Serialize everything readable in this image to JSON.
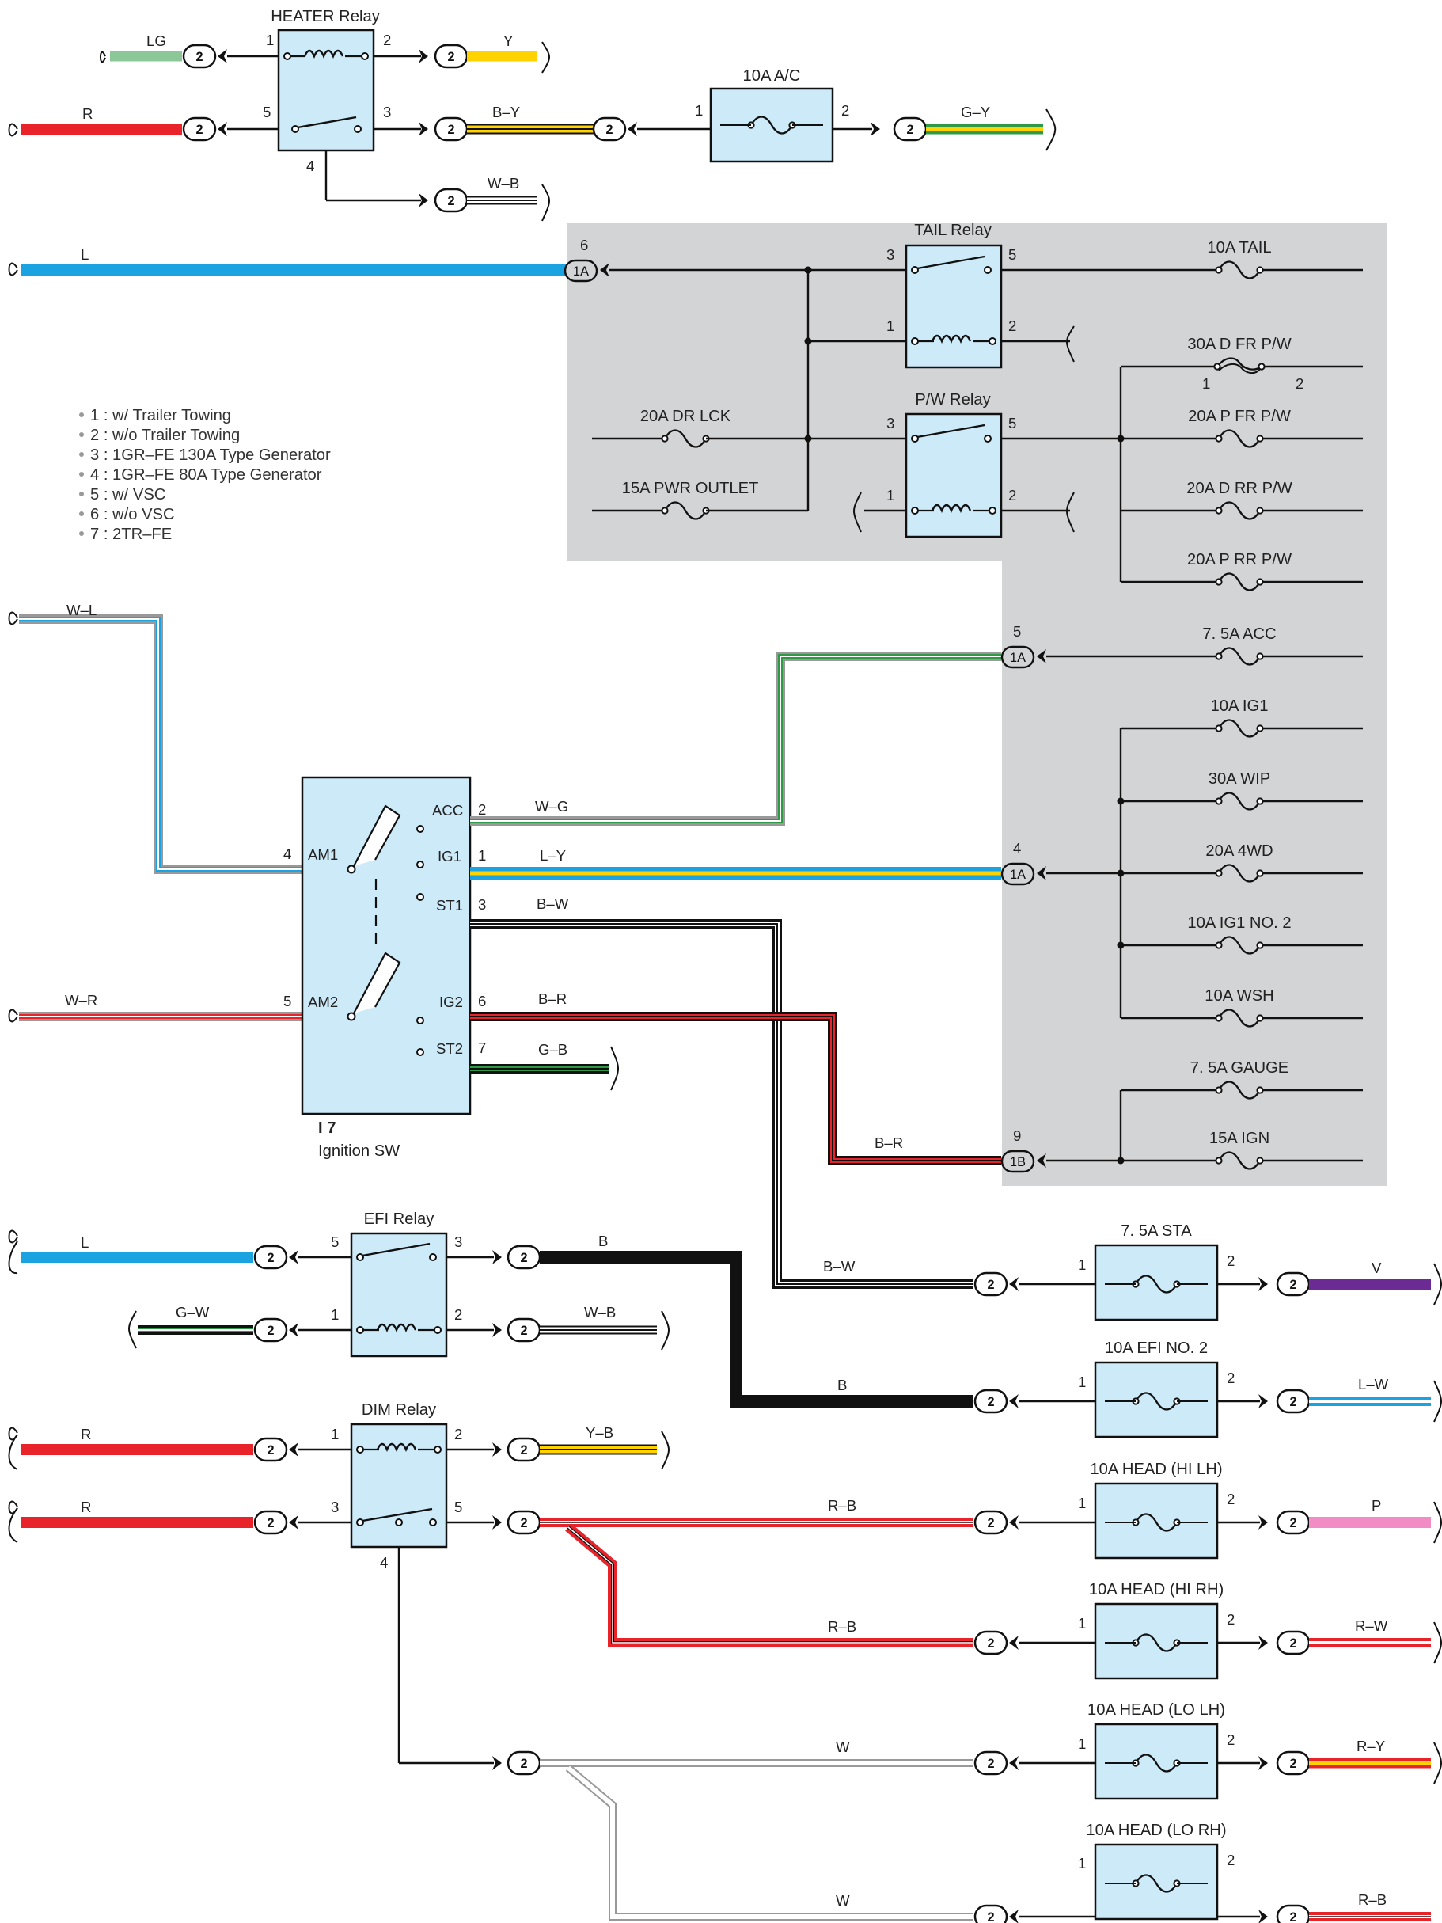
{
  "colors": {
    "red": "#e8232a",
    "blue": "#1aa3e0",
    "green": "#2e9a45",
    "lightgreen": "#8cc79a",
    "yellow": "#ffd200",
    "black": "#111111",
    "purple": "#6b2a94",
    "pink": "#f28cc4",
    "gray_block": "#d3d4d6",
    "relay_fill": "#cdeaf8"
  },
  "legend": [
    "1 : w/ Trailer Towing",
    "2 : w/o Trailer Towing",
    "3 : 1GR–FE 130A Type Generator",
    "4 : 1GR–FE 80A Type Generator",
    "5 : w/ VSC",
    "6 : w/o VSC",
    "7 : 2TR–FE"
  ],
  "components": {
    "heater_relay": "HEATER Relay",
    "fuse_ac": "10A A/C",
    "tail_relay": "TAIL Relay",
    "pw_relay": "P/W Relay",
    "efi_relay": "EFI Relay",
    "dim_relay": "DIM Relay",
    "ignition_code": "I 7",
    "ignition_name": "Ignition SW",
    "fuse_dr_lck": "20A DR LCK",
    "fuse_pwr_outlet": "15A PWR OUTLET",
    "fuse_sta": "7. 5A STA",
    "fuse_efi2": "10A EFI NO. 2",
    "fuse_head_hi_lh": "10A HEAD (HI LH)",
    "fuse_head_hi_rh": "10A HEAD (HI RH)",
    "fuse_head_lo_lh": "10A HEAD (LO LH)",
    "fuse_head_lo_rh": "10A HEAD (LO RH)"
  },
  "block_fuses": [
    "10A TAIL",
    "30A D FR P/W",
    "20A P FR P/W",
    "20A D RR P/W",
    "20A P RR P/W",
    "7. 5A ACC",
    "10A IG1",
    "30A WIP",
    "20A 4WD",
    "10A IG1 NO. 2",
    "10A WSH",
    "7. 5A GAUGE",
    "15A IGN"
  ],
  "ignition_terminals": {
    "acc": "ACC",
    "ig1": "IG1",
    "st1": "ST1",
    "ig2": "IG2",
    "st2": "ST2",
    "am1": "AM1",
    "am2": "AM2"
  },
  "connectors": {
    "two": "2",
    "j1a": "1A",
    "j1b": "1B"
  },
  "wires": {
    "lg": "LG",
    "y": "Y",
    "r": "R",
    "by": "B–Y",
    "gy": "G–Y",
    "wb": "W–B",
    "l": "L",
    "wl": "W–L",
    "wr": "W–R",
    "wg": "W–G",
    "ly": "L–Y",
    "bw": "B–W",
    "br": "B–R",
    "gb": "G–B",
    "b": "B",
    "v": "V",
    "gw": "G–W",
    "lw": "L–W",
    "yb": "Y–B",
    "rb": "R–B",
    "p": "P",
    "rw": "R–W",
    "w": "W",
    "ry": "R–Y"
  },
  "pins": {
    "p1": "1",
    "p2": "2",
    "p3": "3",
    "p4": "4",
    "p5": "5",
    "p6": "6",
    "p7": "7",
    "p9": "9",
    "sub1": "1",
    "sub2": "2"
  }
}
